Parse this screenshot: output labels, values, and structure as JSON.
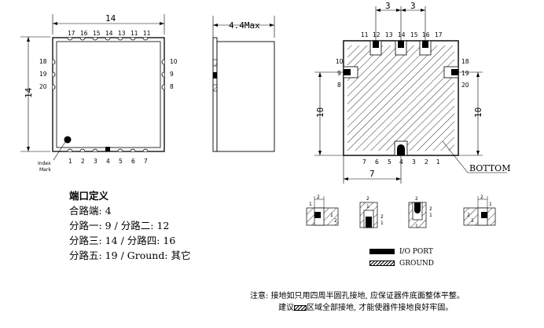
{
  "top_view": {
    "width_label": "14",
    "height_label": "14",
    "top_pins": [
      "17",
      "16",
      "15",
      "14",
      "13",
      "11",
      "11"
    ],
    "bottom_pins": [
      "1",
      "2",
      "3",
      "4",
      "5",
      "6",
      "7"
    ],
    "left_pins": [
      "18",
      "19",
      "20"
    ],
    "right_pins": [
      "10",
      "9",
      "8"
    ],
    "index_label_1": "Index",
    "index_label_2": "Mark"
  },
  "side_view": {
    "height_label": "4.4Max"
  },
  "bottom_view": {
    "pitch_label_left": "3",
    "pitch_label_right": "3",
    "top_pins": [
      "11",
      "12",
      "13",
      "14",
      "15",
      "16",
      "17"
    ],
    "bottom_pins": [
      "7",
      "6",
      "5",
      "4",
      "3",
      "2",
      "1"
    ],
    "left_pins": [
      "10",
      "9",
      "8"
    ],
    "right_pins": [
      "18",
      "19",
      "20"
    ],
    "left_dim": "10",
    "right_dim": "10",
    "bottom_dim": "7",
    "view_label": "BOTTOM"
  },
  "detail_views": {
    "labels": [
      "2",
      "1",
      "1",
      "2",
      "2",
      "1",
      "2",
      "1",
      "2",
      "1",
      "2",
      "1",
      "2",
      "1",
      "2",
      "1"
    ]
  },
  "port_definitions": {
    "title": "端口定义",
    "lines": [
      "合路端: 4",
      "分路一: 9  / 分路二: 12",
      "分路三: 14 / 分路四: 16",
      "分路五: 19 / Ground: 其它"
    ]
  },
  "legend": {
    "io_port": "I/O PORT",
    "ground": "GROUND"
  },
  "note": {
    "line1": "注意: 接地如只用四周半圆孔接地, 应保证器件底面整体平整。",
    "line2_before": "建议",
    "line2_after": "区域全部接地, 才能使器件接地良好牢固。"
  },
  "colors": {
    "ink": "#000000",
    "paper": "#ffffff"
  }
}
